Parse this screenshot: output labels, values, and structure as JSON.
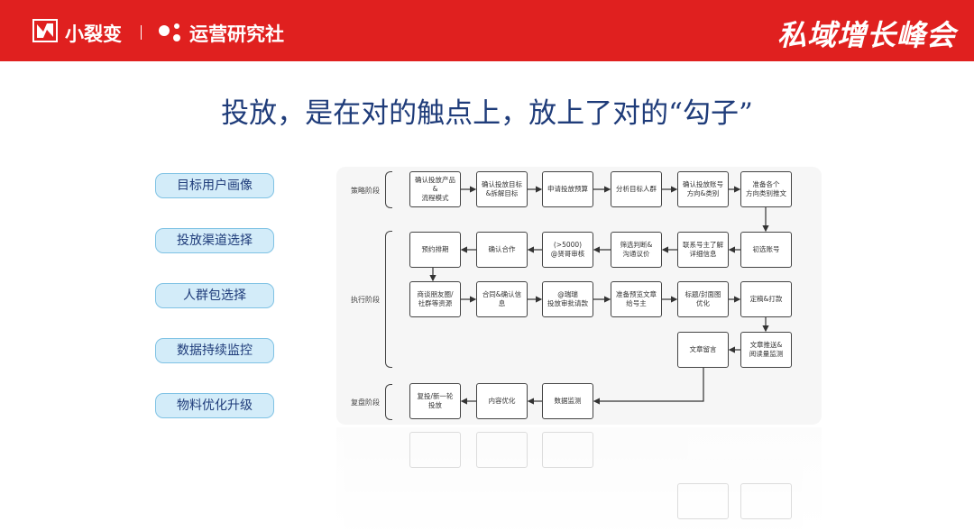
{
  "header": {
    "brand1": "小裂变",
    "brand2": "运营研究社",
    "event": "私域增长峰会"
  },
  "title": "投放，是在对的触点上，放上了对的“勾子”",
  "pills": [
    "目标用户画像",
    "投放渠道选择",
    "人群包选择",
    "数据持续监控",
    "物料优化升级"
  ],
  "phases": {
    "strategy": "策略阶段",
    "execution": "执行阶段",
    "review": "复盘阶段"
  },
  "boxes": {
    "r1": [
      "确认投放产品\n&\n流程模式",
      "确认投放目标\n&拆解目标",
      "申请投放预算",
      "分析目标人群",
      "确认投放账号\n方向&类别",
      "准备各个\n方向类别推文"
    ],
    "r2": [
      "预约排期",
      "确认合作",
      "(>5000)\n@贤哥审核",
      "筛选判断&\n沟通议价",
      "联系号主了解\n详细信息",
      "初选账号"
    ],
    "r3": [
      "商谈朋友圈/\n社群等资源",
      "合同&确认信\n息",
      "@瑞瑞\n投放审批请款",
      "准备预览文章\n给号主",
      "标题/封面图\n优化",
      "定稿&打款"
    ],
    "r4": [
      "文章留言",
      "文章推送&\n阅读量监测"
    ],
    "r5": [
      "复投/新一轮\n投放",
      "内容优化",
      "数据监测"
    ]
  }
}
